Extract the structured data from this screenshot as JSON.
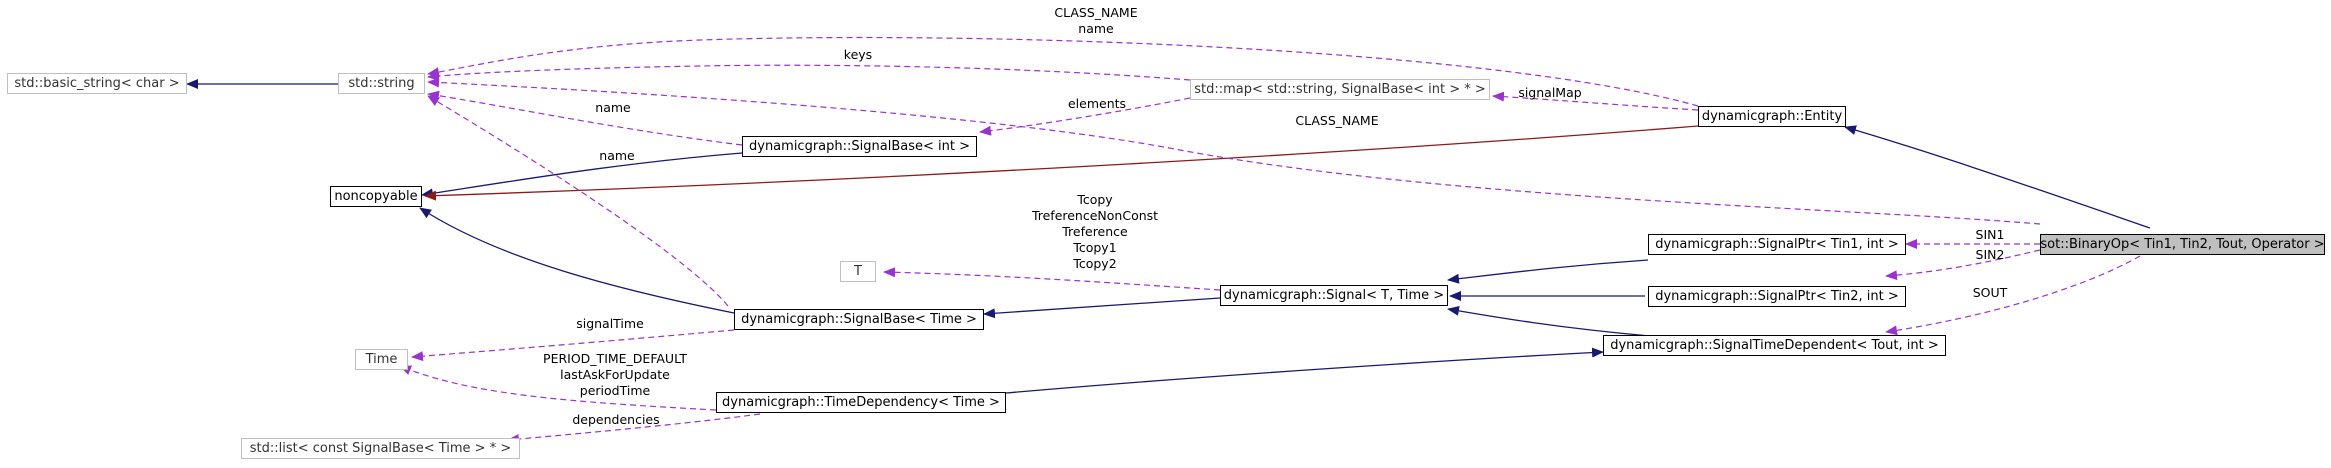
{
  "nodes": {
    "basic_string": "std::basic_string< char >",
    "string": "std::string",
    "noncopyable": "noncopyable",
    "signalbase_int": "dynamicgraph::SignalBase< int >",
    "map": "std::map< std::string, SignalBase< int > * >",
    "entity": "dynamicgraph::Entity",
    "binaryop": "sot::BinaryOp< Tin1, Tin2, Tout, Operator >",
    "signalptr1": "dynamicgraph::SignalPtr< Tin1, int >",
    "signalptr2": "dynamicgraph::SignalPtr< Tin2, int >",
    "signal": "dynamicgraph::Signal< T, Time >",
    "t": "T",
    "signalbase_time": "dynamicgraph::SignalBase< Time >",
    "time": "Time",
    "signaltimedependent": "dynamicgraph::SignalTimeDependent< Tout, int >",
    "timedependency": "dynamicgraph::TimeDependency< Time >",
    "list": "std::list< const SignalBase< Time > * >"
  },
  "labels": {
    "class_name_name": "CLASS_NAME\nname",
    "keys": "keys",
    "elements": "elements",
    "signalmap": "signalMap",
    "name_sbint": "name",
    "class_name": "CLASS_NAME",
    "name_sbtime": "name",
    "tcopy_group": "Tcopy\nTreferenceNonConst\nTreference\nTcopy1\nTcopy2",
    "sin1": "SIN1",
    "sin2": "SIN2",
    "sout": "SOUT",
    "signaltime": "signalTime",
    "period_group": "PERIOD_TIME_DEFAULT\nlastAskForUpdate\nperiodTime",
    "dependencies": "dependencies"
  },
  "colors": {
    "inheritance": "#191970",
    "usage": "#9a32cd",
    "protected": "#8b1a1a",
    "focus_fill": "#bfbfbf",
    "external_border": "#bfbfbf"
  }
}
